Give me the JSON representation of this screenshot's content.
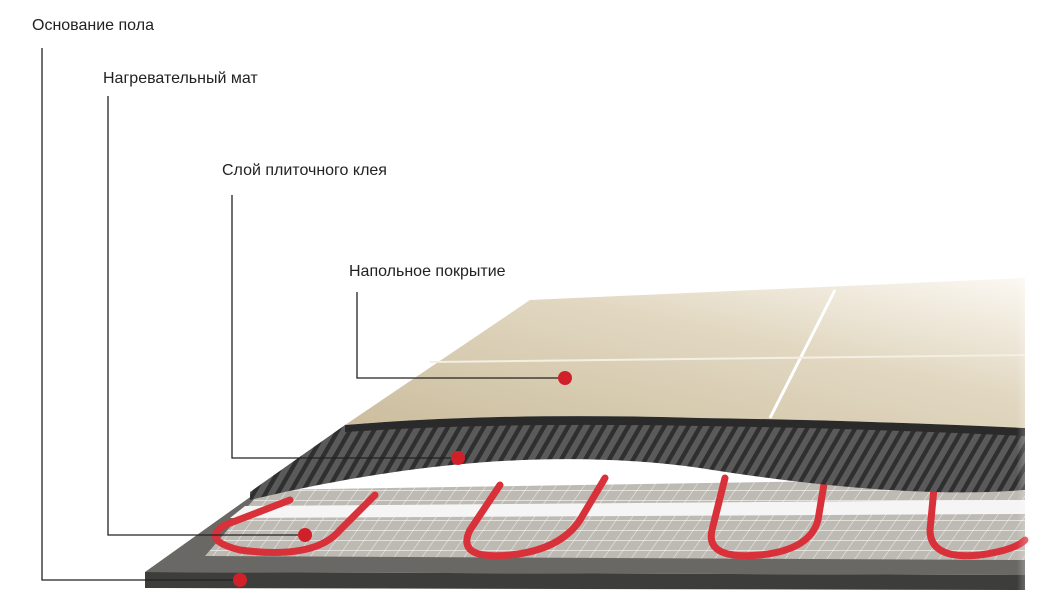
{
  "labels": {
    "base": "Основание пола",
    "mat": "Нагревательный мат",
    "adhesive": "Слой плиточного клея",
    "covering": "Напольное покрытие"
  },
  "colors": {
    "marker": "#d0202a",
    "cable": "#d8313a",
    "tile": "#d9cdb2",
    "adhesive": "#3a3a3a",
    "base": "#4a4a48",
    "mesh": "#d7d4cf"
  }
}
